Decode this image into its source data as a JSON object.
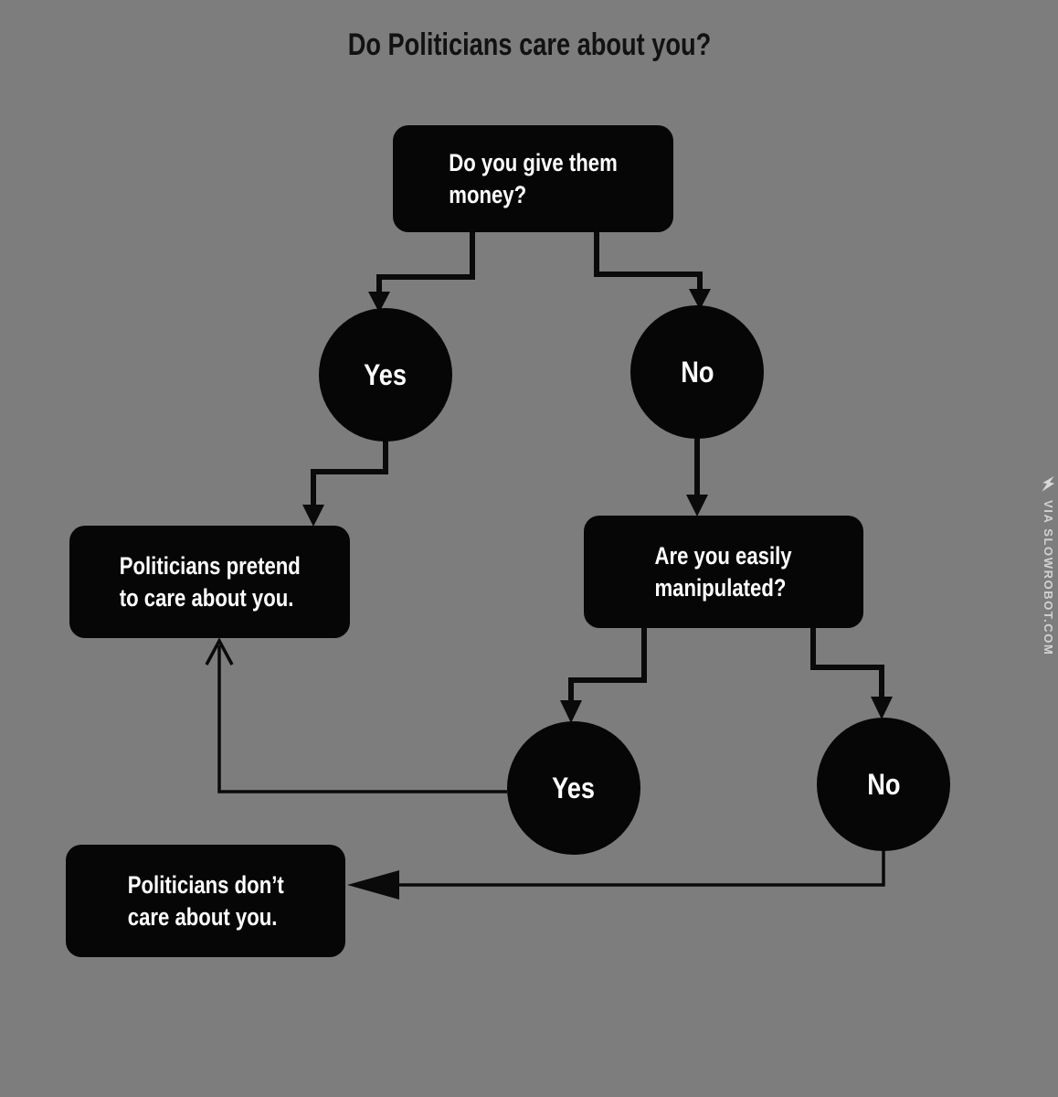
{
  "title": "Do Politicians care about you?",
  "colors": {
    "background": "#7d7d7d",
    "node_fill": "#060606",
    "node_text": "#ffffff",
    "title_text": "#121212",
    "connector": "#0a0a0a",
    "watermark": "#d2d2d2"
  },
  "nodes": {
    "q1": {
      "lines": [
        "Do you give them",
        "money?"
      ]
    },
    "yes1": {
      "label": "Yes"
    },
    "no1": {
      "label": "No"
    },
    "pretend": {
      "lines": [
        "Politicians pretend",
        "to care about you."
      ]
    },
    "manipulated": {
      "lines": [
        "Are you easily",
        "manipulated?"
      ]
    },
    "yes2": {
      "label": "Yes"
    },
    "no2": {
      "label": "No"
    },
    "dont": {
      "lines": [
        "Politicians don’t",
        "care about you."
      ]
    }
  },
  "watermark": {
    "icon": "lightning-bolt",
    "text": "VIA SLOWROBOT.COM"
  }
}
